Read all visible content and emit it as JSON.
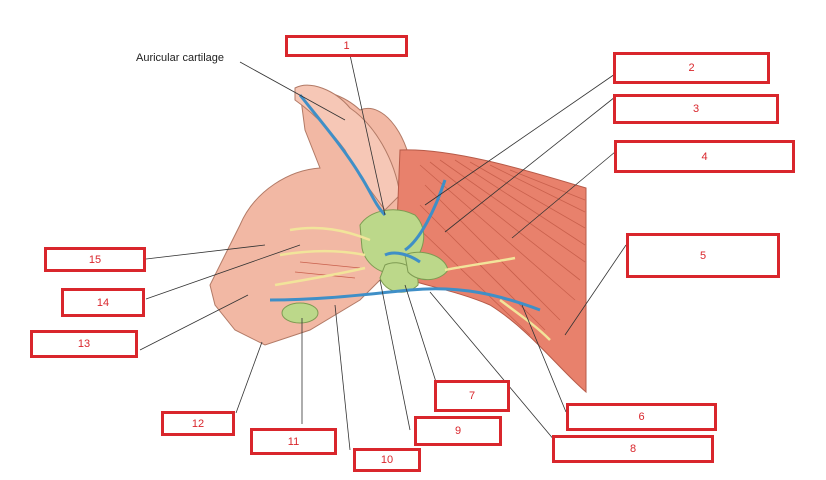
{
  "caption": "Auricular cartilage",
  "labels": [
    "1",
    "2",
    "3",
    "4",
    "5",
    "6",
    "7",
    "8",
    "9",
    "10",
    "11",
    "12",
    "13",
    "14",
    "15"
  ],
  "colors": {
    "box_border": "#d9262c",
    "skin": "#f2b8a4",
    "muscle": "#e8816c",
    "gland": "#bcd88a",
    "vessel": "#3f8fc7",
    "nerve": "#f2e49a"
  }
}
